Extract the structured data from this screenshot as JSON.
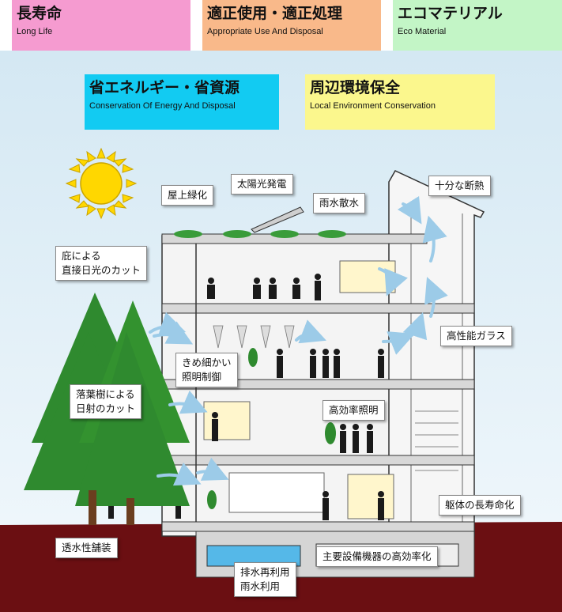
{
  "categories": {
    "long_life": {
      "ja": "長寿命",
      "en": "Long Life",
      "color": "#f59bd0"
    },
    "appropriate_use": {
      "ja": "適正使用・適正処理",
      "en": "Appropriate Use And Disposal",
      "color": "#f9b98a"
    },
    "eco_material": {
      "ja": "エコマテリアル",
      "en": "Eco Material",
      "color": "#c3f5c6"
    },
    "energy_conservation": {
      "ja": "省エネルギー・省資源",
      "en": "Conservation Of Energy And Disposal",
      "color": "#12cbf2"
    },
    "local_environment": {
      "ja": "周辺環境保全",
      "en": "Local Environment Conservation",
      "color": "#fbf78d"
    }
  },
  "labels": {
    "rooftop_greening": "屋上緑化",
    "solar_power": "太陽光発電",
    "rainwater_sprinkling": "雨水散水",
    "sufficient_insulation": "十分な断熱",
    "eaves_line1": "庇による",
    "eaves_line2": "直接日光のカット",
    "high_performance_glass": "高性能ガラス",
    "lighting_control_line1": "きめ細かい",
    "lighting_control_line2": "照明制御",
    "deciduous_line1": "落葉樹による",
    "deciduous_line2": "日射のカット",
    "efficient_lighting": "高効率照明",
    "structure_longevity": "躯体の長寿命化",
    "permeable_paving": "透水性舗装",
    "equipment_efficiency": "主要設備機器の高効率化",
    "water_reuse_line1": "排水再利用",
    "water_reuse_line2": "雨水利用"
  },
  "colors": {
    "sky": "#b9d8ea",
    "ground": "#6b0f12",
    "sun": "#ffd700",
    "tree": "#2f8a2f",
    "building": "#f4f4f4",
    "wind_arrow": "#a9d4ee"
  }
}
